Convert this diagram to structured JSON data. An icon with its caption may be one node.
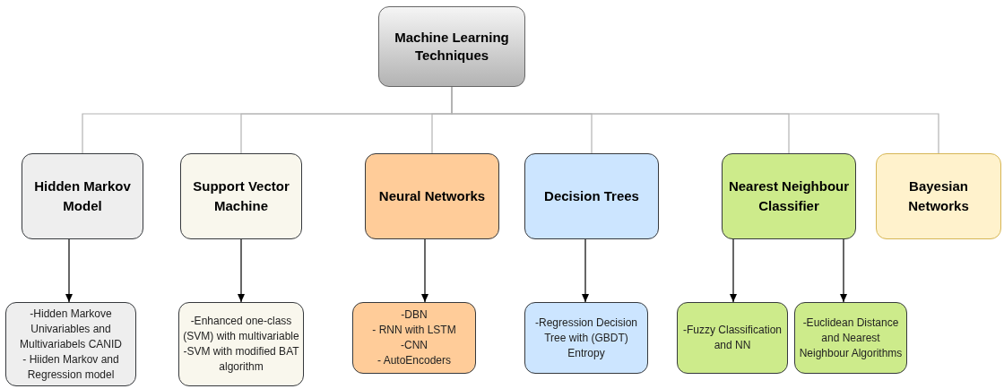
{
  "diagram": {
    "nodes": [
      {
        "text": [
          "Machine Learning Techniques"
        ]
      },
      {
        "text": [
          "Hidden Markov Model"
        ]
      },
      {
        "text": [
          "Support Vector Machine"
        ]
      },
      {
        "text": [
          "Neural Networks"
        ]
      },
      {
        "text": [
          "Decision Trees"
        ]
      },
      {
        "text": [
          "Nearest Neighbour Classifier"
        ]
      },
      {
        "text": [
          "Bayesian Networks"
        ]
      },
      {
        "text": [
          "-Hidden Markove Univariables and Multivariabels CANID",
          "- Hiiden Markov and Regression model"
        ]
      },
      {
        "text": [
          "-Enhanced one-class (SVM) with multivariable",
          "-SVM with modified BAT algorithm"
        ]
      },
      {
        "text": [
          "-DBN",
          "- RNN with LSTM",
          "-CNN",
          "- AutoEncoders"
        ]
      },
      {
        "text": [
          "-Regression Decision Tree with (GBDT) Entropy"
        ]
      },
      {
        "text": [
          "-Fuzzy Classification and NN"
        ]
      },
      {
        "text": [
          "-Euclidean Distance and Nearest Neighbour Algorithms"
        ]
      }
    ],
    "edges": [
      {
        "from": 0,
        "to": 1,
        "arrow": "none",
        "color": "#b3b3b3"
      },
      {
        "from": 0,
        "to": 2,
        "arrow": "none",
        "color": "#b3b3b3"
      },
      {
        "from": 0,
        "to": 3,
        "arrow": "none",
        "color": "#b3b3b3"
      },
      {
        "from": 0,
        "to": 4,
        "arrow": "none",
        "color": "#b3b3b3"
      },
      {
        "from": 0,
        "to": 5,
        "arrow": "none",
        "color": "#b3b3b3"
      },
      {
        "from": 0,
        "to": 6,
        "arrow": "none",
        "color": "#b3b3b3"
      },
      {
        "from": 1,
        "to": 7,
        "arrow": "to",
        "color": "#000000"
      },
      {
        "from": 2,
        "to": 8,
        "arrow": "to",
        "color": "#000000"
      },
      {
        "from": 3,
        "to": 9,
        "arrow": "to",
        "color": "#000000"
      },
      {
        "from": 4,
        "to": 10,
        "arrow": "to",
        "color": "#000000"
      },
      {
        "from": 5,
        "to": 11,
        "arrow": "to",
        "color": "#000000"
      },
      {
        "from": 5,
        "to": 12,
        "arrow": "to",
        "color": "#000000"
      }
    ]
  }
}
